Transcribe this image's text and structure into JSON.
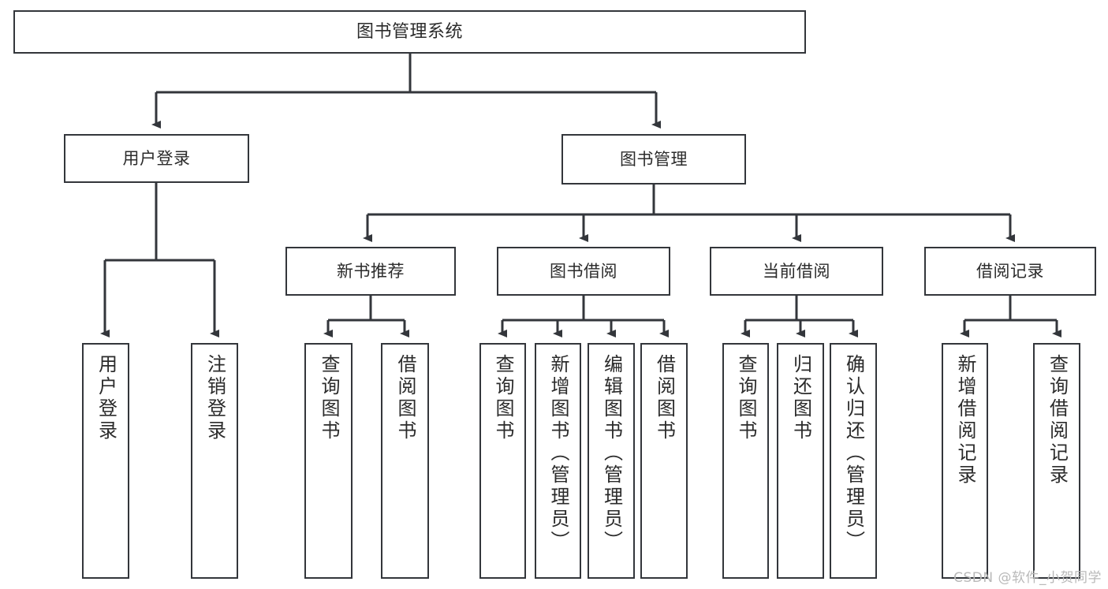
{
  "diagram": {
    "title": "图书管理系统",
    "watermark": "CSDN @软件_小贺同学",
    "line_color": "#33363b",
    "box_fill": "#ffffff",
    "text_color": "#2b2b2b",
    "levels": {
      "root": {
        "label": "图书管理系统"
      },
      "level2": [
        {
          "label": "用户登录"
        },
        {
          "label": "图书管理"
        }
      ],
      "level3": [
        {
          "label": "新书推荐"
        },
        {
          "label": "图书借阅"
        },
        {
          "label": "当前借阅"
        },
        {
          "label": "借阅记录"
        }
      ],
      "leaves": [
        {
          "label": "用户登录",
          "parent": "用户登录"
        },
        {
          "label": "注销登录",
          "parent": "用户登录"
        },
        {
          "label": "查询图书",
          "parent": "新书推荐"
        },
        {
          "label": "借阅图书",
          "parent": "新书推荐"
        },
        {
          "label": "查询图书",
          "parent": "图书借阅"
        },
        {
          "label": "新增图书（管理员）",
          "parent": "图书借阅"
        },
        {
          "label": "编辑图书（管理员）",
          "parent": "图书借阅"
        },
        {
          "label": "借阅图书",
          "parent": "图书借阅"
        },
        {
          "label": "查询图书",
          "parent": "当前借阅"
        },
        {
          "label": "归还图书",
          "parent": "当前借阅"
        },
        {
          "label": "确认归还（管理员）",
          "parent": "当前借阅"
        },
        {
          "label": "新增借阅记录",
          "parent": "借阅记录"
        },
        {
          "label": "查询借阅记录",
          "parent": "借阅记录"
        }
      ]
    }
  }
}
